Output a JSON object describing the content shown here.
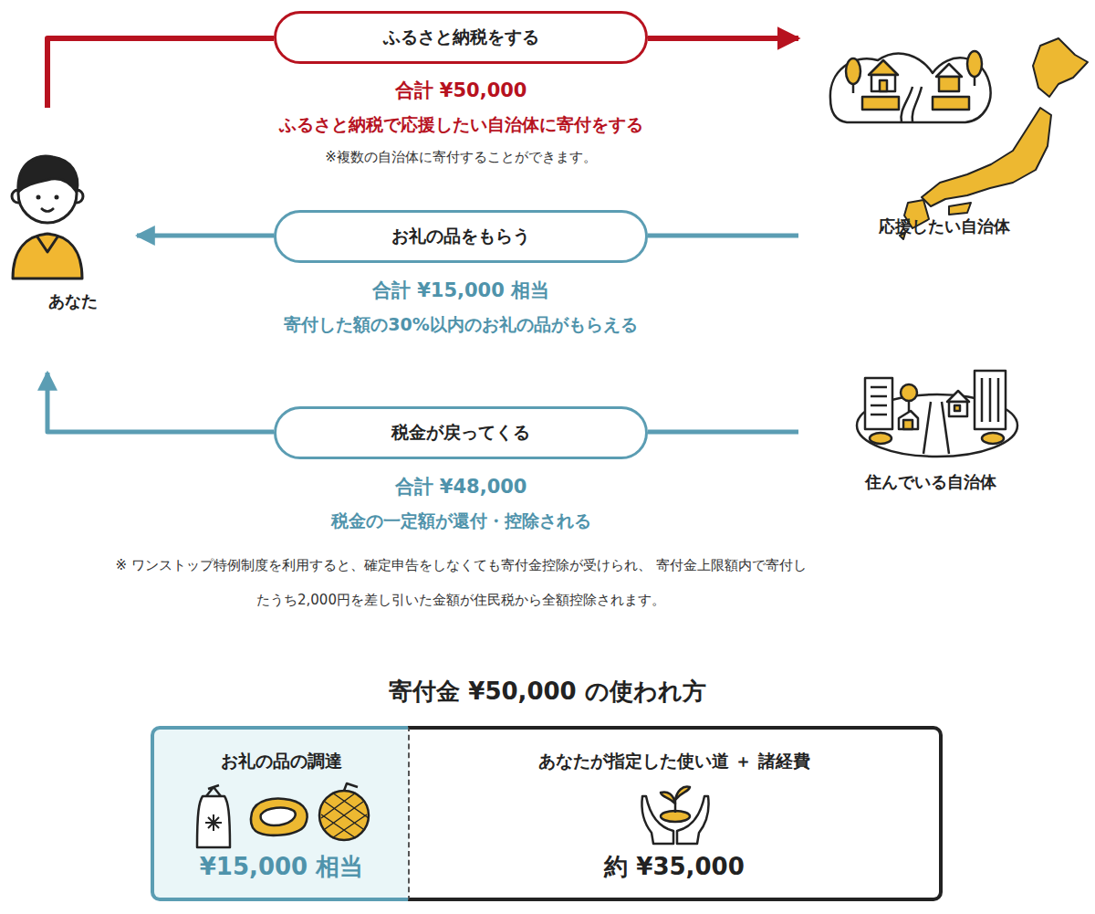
{
  "diagram": {
    "title": "寄付金 ¥50,000 の使われ方",
    "nodes": [
      {
        "text": [
          "あなた"
        ]
      },
      {
        "text": [
          "ふるさと納税をする"
        ]
      },
      {
        "text": [
          "応援したい自治体"
        ]
      },
      {
        "text": [
          "お礼の品をもらう"
        ]
      },
      {
        "text": [
          "税金が戻ってくる"
        ]
      },
      {
        "text": [
          "住んでいる自治体"
        ]
      },
      {
        "text": [
          "お礼の品の調達",
          "¥15,000 相当"
        ]
      },
      {
        "text": [
          "あなたが指定した使い道 ＋ 諸経費",
          "約 ¥35,000"
        ]
      }
    ],
    "edges": [
      {
        "from": 0,
        "to": 1,
        "arrow": "none"
      },
      {
        "from": 1,
        "to": 2,
        "arrow": "to"
      },
      {
        "from": 2,
        "to": 3,
        "arrow": "none"
      },
      {
        "from": 3,
        "to": 0,
        "arrow": "to"
      },
      {
        "from": 5,
        "to": 4,
        "arrow": "none"
      },
      {
        "from": 4,
        "to": 0,
        "arrow": "to"
      }
    ],
    "labels": [
      "合計 ¥50,000",
      "ふるさと納税で応援したい自治体に寄付をする",
      "※複数の自治体に寄付することができます。",
      "合計 ¥15,000 相当",
      "寄付した額の30%以内のお礼の品がもらえる",
      "合計 ¥48,000",
      "税金の一定額が還付・控除される",
      "※ ワンストップ特例制度を利用すると、確定申告をしなくても寄付金控除が受けられ、 寄付金上限額内で寄付したうち2,000円を差し引いた金額が住民税から全額控除されます。"
    ]
  }
}
